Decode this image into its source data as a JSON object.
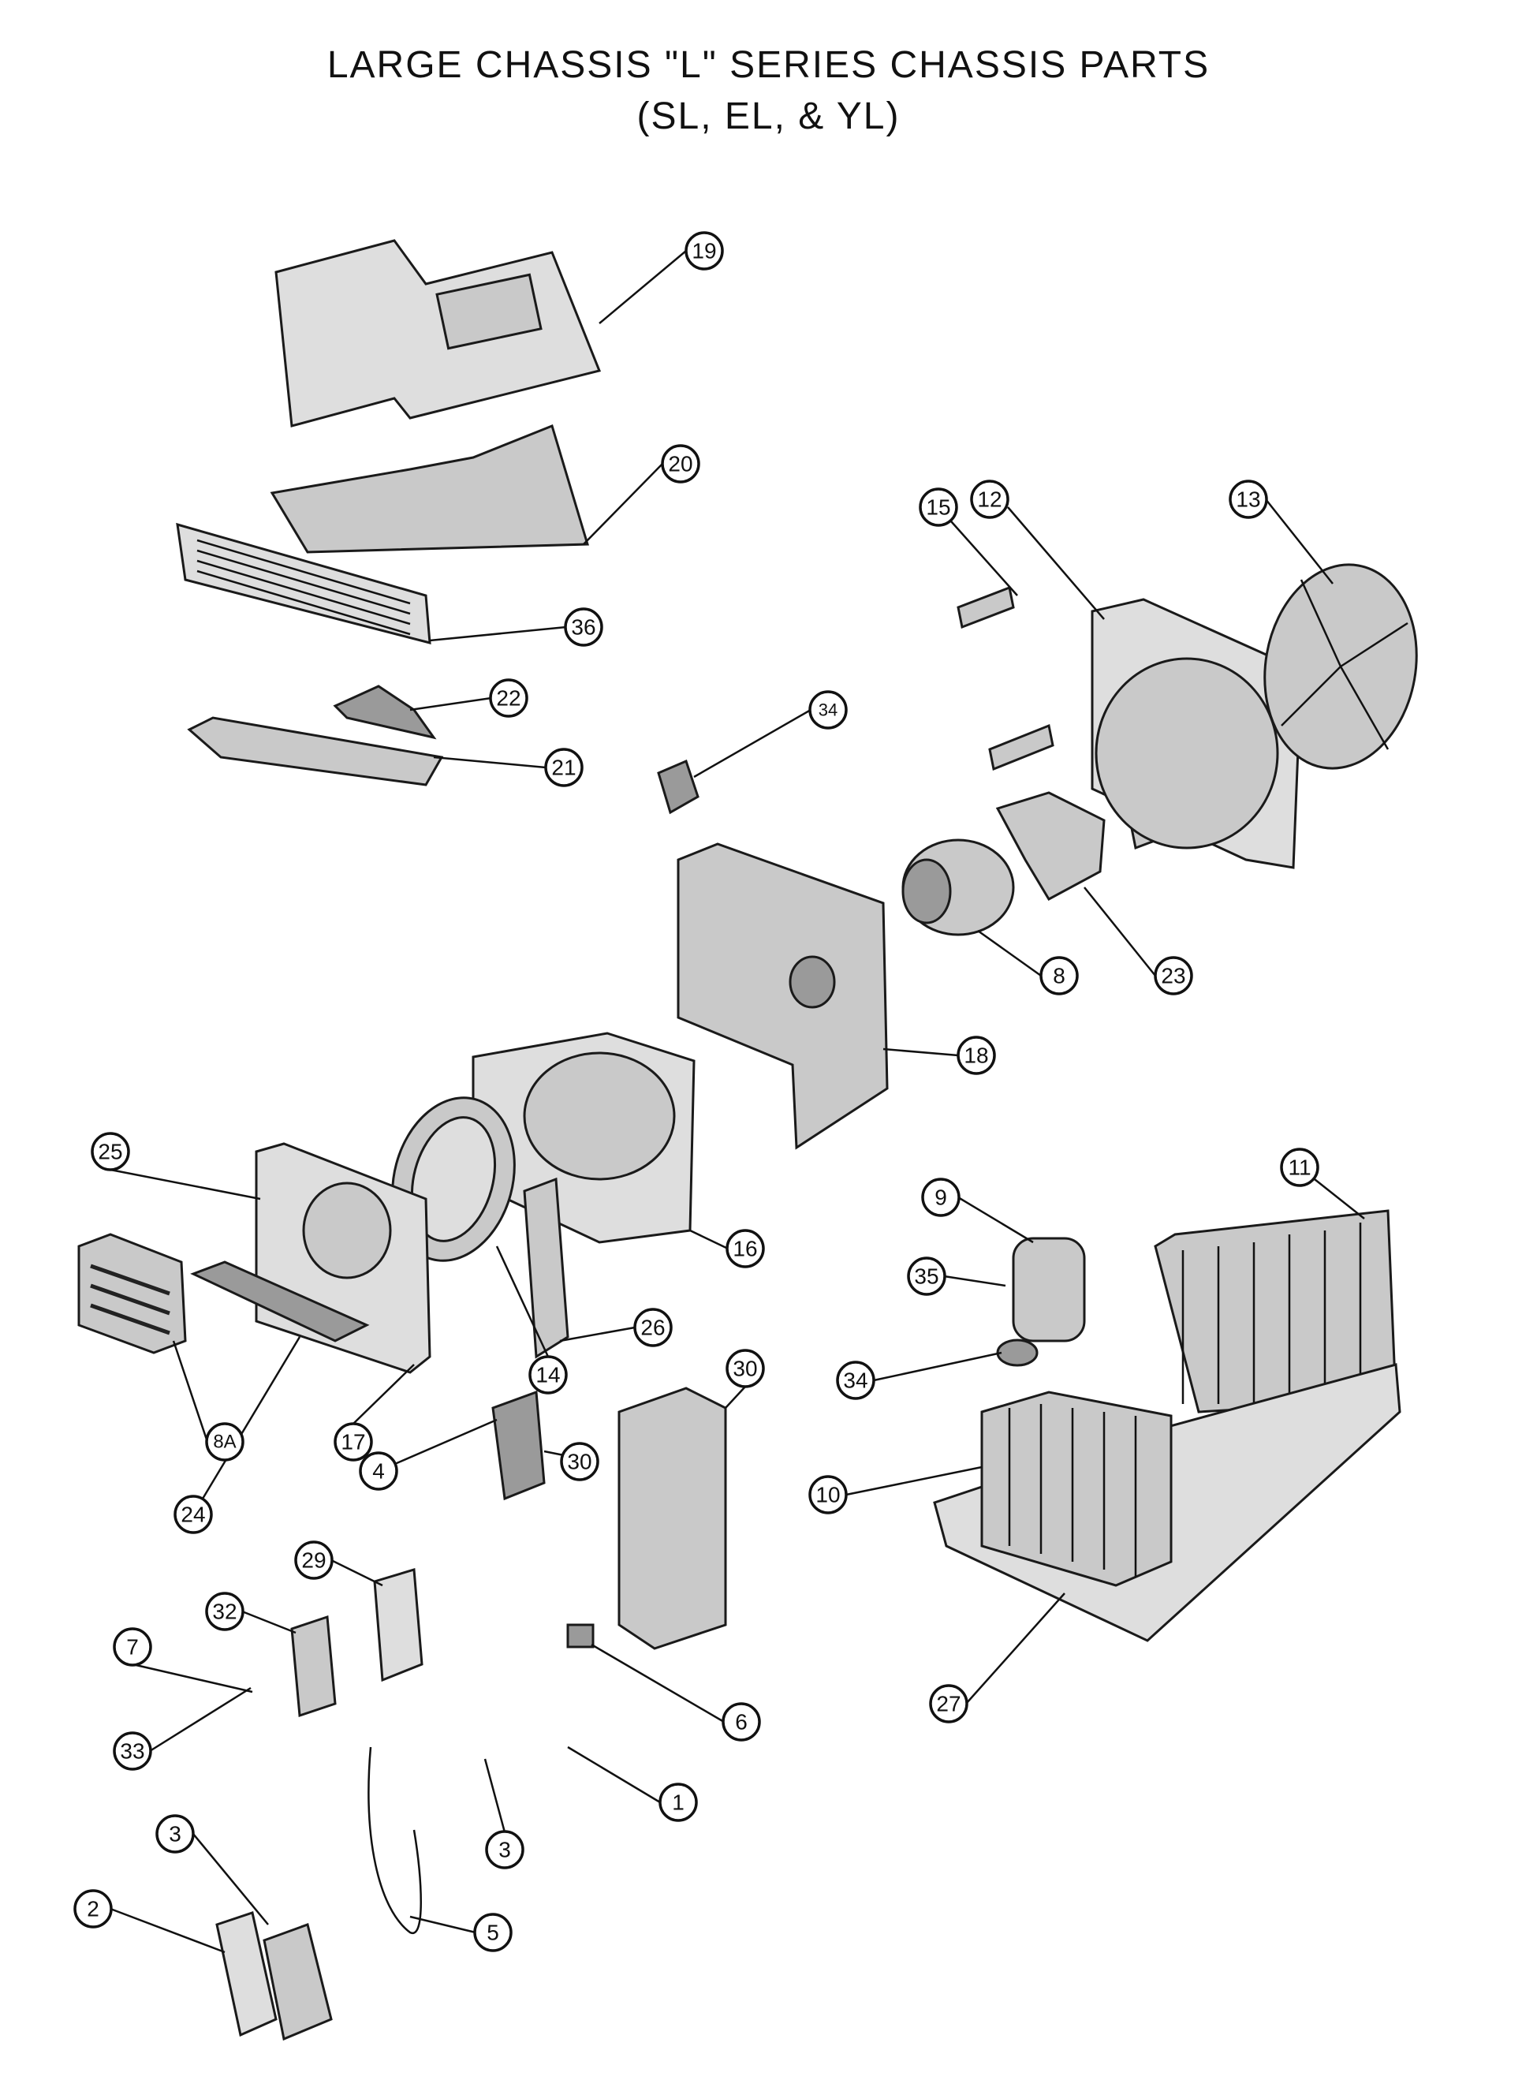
{
  "title": {
    "line1": "LARGE CHASSIS \"L\" SERIES CHASSIS PARTS",
    "line2": "(SL, EL, & YL)"
  },
  "callouts": [
    {
      "id": "c19",
      "label": "19"
    },
    {
      "id": "c20",
      "label": "20"
    },
    {
      "id": "c36",
      "label": "36"
    },
    {
      "id": "c22",
      "label": "22"
    },
    {
      "id": "c21",
      "label": "21"
    },
    {
      "id": "c15",
      "label": "15"
    },
    {
      "id": "c12",
      "label": "12"
    },
    {
      "id": "c13",
      "label": "13"
    },
    {
      "id": "c34a",
      "label": "34"
    },
    {
      "id": "c8",
      "label": "8"
    },
    {
      "id": "c23",
      "label": "23"
    },
    {
      "id": "c18",
      "label": "18"
    },
    {
      "id": "c25",
      "label": "25"
    },
    {
      "id": "c16",
      "label": "16"
    },
    {
      "id": "c26",
      "label": "26"
    },
    {
      "id": "c14",
      "label": "14"
    },
    {
      "id": "c17",
      "label": "17"
    },
    {
      "id": "c8A",
      "label": "8A"
    },
    {
      "id": "c24",
      "label": "24"
    },
    {
      "id": "c9",
      "label": "9"
    },
    {
      "id": "c11",
      "label": "11"
    },
    {
      "id": "c35",
      "label": "35"
    },
    {
      "id": "c34b",
      "label": "34"
    },
    {
      "id": "c10",
      "label": "10"
    },
    {
      "id": "c27",
      "label": "27"
    },
    {
      "id": "c30a",
      "label": "30"
    },
    {
      "id": "c30b",
      "label": "30"
    },
    {
      "id": "c4",
      "label": "4"
    },
    {
      "id": "c29",
      "label": "29"
    },
    {
      "id": "c32",
      "label": "32"
    },
    {
      "id": "c7",
      "label": "7"
    },
    {
      "id": "c6",
      "label": "6"
    },
    {
      "id": "c33",
      "label": "33"
    },
    {
      "id": "c1",
      "label": "1"
    },
    {
      "id": "c3a",
      "label": "3"
    },
    {
      "id": "c3b",
      "label": "3"
    },
    {
      "id": "c2",
      "label": "2"
    },
    {
      "id": "c5",
      "label": "5"
    }
  ]
}
